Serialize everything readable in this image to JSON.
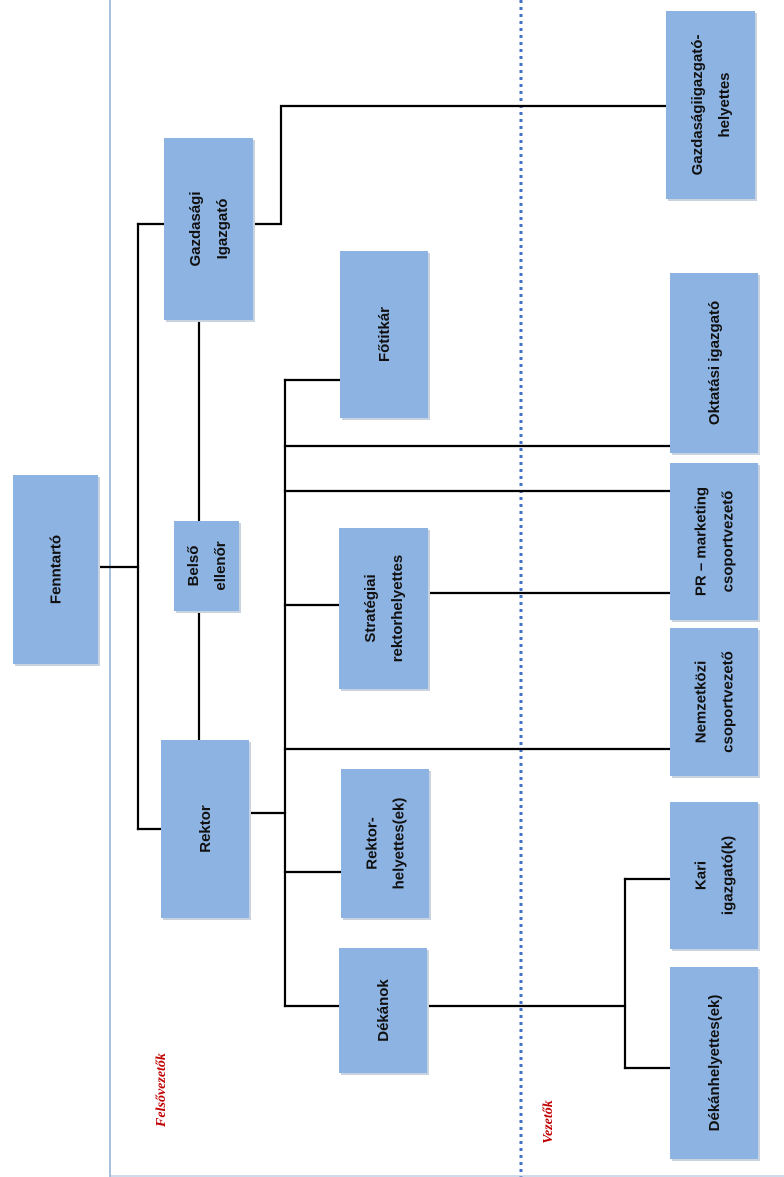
{
  "colors": {
    "box_fill": "#8db3e2",
    "connector": "#000000",
    "zone_label": "#c00000",
    "zone_divider_solid": "#4f81bd",
    "zone_divider_dotted": "#4472c4"
  },
  "zones": {
    "upper_label": "Felsővezetők",
    "lower_label": "Vezetők"
  },
  "boxes": {
    "fenntarto": [
      "Fenntartó"
    ],
    "gazdasagi_igazgato": [
      "Gazdasági",
      "Igazgató"
    ],
    "belso_ellenor": [
      "Belső",
      "ellenőr"
    ],
    "rektor": [
      "Rektor"
    ],
    "fotitkar": [
      "Főtitkár"
    ],
    "strategiai_rektorhelyettes": [
      "Stratégiai",
      "rektorhelyettes"
    ],
    "rektorhelyettesek": [
      "Rektor-",
      "helyettes(ek)"
    ],
    "dekanok": [
      "Dékánok"
    ],
    "gazdasagi_igazgatohelyettes": [
      "Gazdaságiigazgató-",
      "helyettes"
    ],
    "oktatasi_igazgato": [
      "Oktatási igazgató"
    ],
    "pr_marketing": [
      "PR – marketing",
      "csoportvezető"
    ],
    "nemzetkozi": [
      "Nemzetközi",
      "csoportvezető"
    ],
    "kari_igazgato": [
      "Kari",
      "igazgató(k)"
    ],
    "dekanhelyettesek": [
      "Dékánhelyettes(ek)"
    ]
  }
}
